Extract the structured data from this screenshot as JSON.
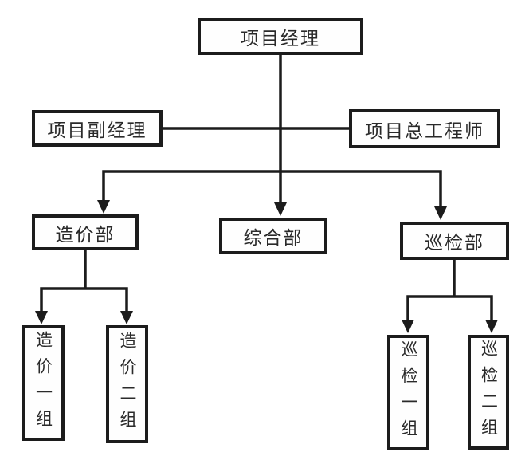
{
  "diagram": {
    "type": "org-chart",
    "background_color": "#ffffff",
    "line_color": "#1c1c1c",
    "nodes": {
      "project_manager": {
        "label": "项目经理"
      },
      "deputy_project_manager": {
        "label": "项目副经理"
      },
      "chief_engineer": {
        "label": "项目总工程师"
      },
      "cost_dept": {
        "label": "造价部"
      },
      "general_dept": {
        "label": "综合部"
      },
      "inspection_dept": {
        "label": "巡检部"
      },
      "cost_group_1": {
        "label": "造价一组"
      },
      "cost_group_2": {
        "label": "造价二组"
      },
      "inspection_group_1": {
        "label": "巡检一组"
      },
      "inspection_group_2": {
        "label": "巡检二组"
      }
    },
    "edges": [
      {
        "from": "项目经理",
        "to": "项目副经理"
      },
      {
        "from": "项目经理",
        "to": "项目总工程师"
      },
      {
        "from": "项目经理",
        "to": "造价部"
      },
      {
        "from": "项目经理",
        "to": "综合部"
      },
      {
        "from": "项目经理",
        "to": "巡检部"
      },
      {
        "from": "造价部",
        "to": "造价一组"
      },
      {
        "from": "造价部",
        "to": "造价二组"
      },
      {
        "from": "巡检部",
        "to": "巡检一组"
      },
      {
        "from": "巡检部",
        "to": "巡检二组"
      }
    ]
  }
}
